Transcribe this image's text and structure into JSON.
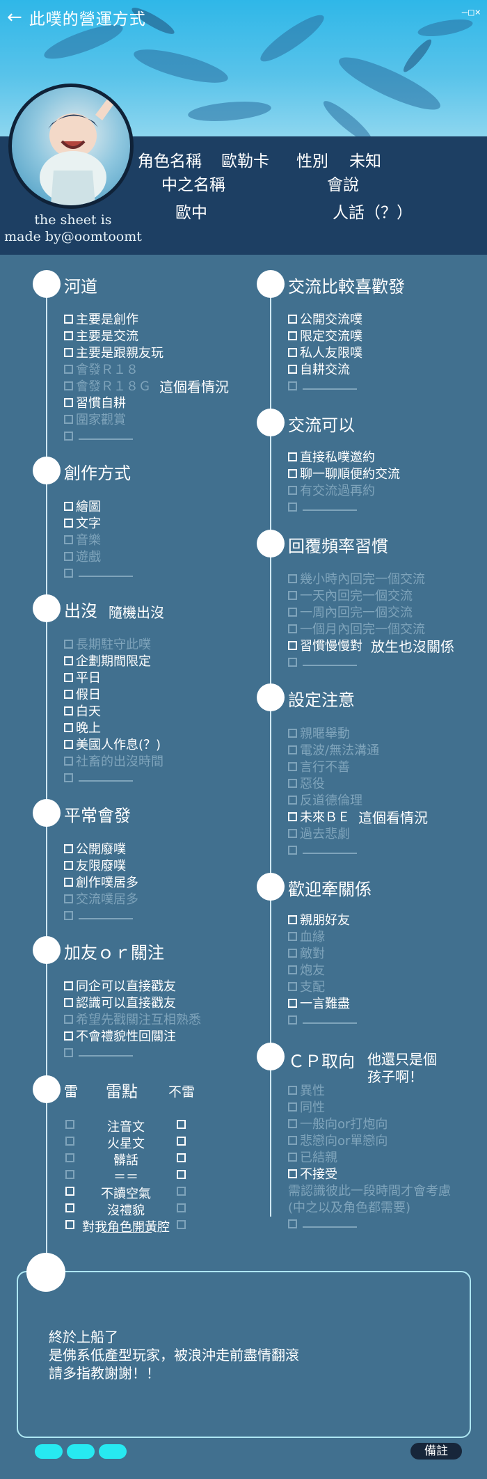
{
  "header": {
    "back_icon": "left-arrow-icon",
    "title": "此噗的營運方式",
    "window_controls": "–□×"
  },
  "profile": {
    "name_label": "角色名稱",
    "name_value": "歐勒卡",
    "gender_label": "性別",
    "gender_value": "未知",
    "middle_label": "中之名稱",
    "middle_value": "歐中",
    "speak_label": "會說",
    "speak_value": "人話（？）",
    "credit_line1": "the sheet is",
    "credit_line2": "made by@oomtoomt"
  },
  "left_sections": {
    "heyda": {
      "title": "河道",
      "items": [
        {
          "text": "主要是創作",
          "checked": true
        },
        {
          "text": "主要是交流",
          "checked": true
        },
        {
          "text": "主要是跟親友玩",
          "checked": true
        },
        {
          "text": "會發Ｒ１８",
          "checked": false
        },
        {
          "text": "會發Ｒ１８Ｇ",
          "checked": false,
          "extra": "這個看情況"
        },
        {
          "text": "習慣自耕",
          "checked": true
        },
        {
          "text": "圍家觀賞",
          "checked": false
        }
      ]
    },
    "create": {
      "title": "創作方式",
      "items": [
        {
          "text": "繪圖",
          "checked": true
        },
        {
          "text": "文字",
          "checked": true
        },
        {
          "text": "音樂",
          "checked": false
        },
        {
          "text": "遊戲",
          "checked": false
        }
      ]
    },
    "appear": {
      "title": "出沒",
      "note": "隨機出沒",
      "items": [
        {
          "text": "長期駐守此噗",
          "checked": false
        },
        {
          "text": "企劃期間限定",
          "checked": true
        },
        {
          "text": "平日",
          "checked": true
        },
        {
          "text": "假日",
          "checked": true
        },
        {
          "text": "白天",
          "checked": true
        },
        {
          "text": "晚上",
          "checked": true
        },
        {
          "text": "美國人作息(？)",
          "checked": true
        },
        {
          "text": "社畜的出沒時間",
          "checked": false
        }
      ]
    },
    "usual": {
      "title": "平常會發",
      "items": [
        {
          "text": "公開廢噗",
          "checked": true
        },
        {
          "text": "友限廢噗",
          "checked": true
        },
        {
          "text": "創作噗居多",
          "checked": true
        },
        {
          "text": "交流噗居多",
          "checked": false
        }
      ]
    },
    "friend": {
      "title": "加友ｏｒ關注",
      "items": [
        {
          "text": "同企可以直接戳友",
          "checked": true
        },
        {
          "text": "認識可以直接戳友",
          "checked": true
        },
        {
          "text": "希望先戳關注互相熟悉",
          "checked": false
        },
        {
          "text": "不會禮貌性回關注",
          "checked": true
        }
      ]
    },
    "thunder": {
      "title": "雷",
      "middle": "雷點",
      "right": "不雷",
      "rows": [
        "注音文",
        "火星文",
        "髒話",
        "＝＝",
        "不讀空氣",
        "沒禮貌",
        "對我角色開黃腔"
      ]
    }
  },
  "right_sections": {
    "prefer": {
      "title": "交流比較喜歡發",
      "items": [
        {
          "text": "公開交流噗",
          "checked": true
        },
        {
          "text": "限定交流噗",
          "checked": true
        },
        {
          "text": "私人友限噗",
          "checked": true
        },
        {
          "text": "自耕交流",
          "checked": true
        }
      ]
    },
    "canchat": {
      "title": "交流可以",
      "items": [
        {
          "text": "直接私噗邀約",
          "checked": true
        },
        {
          "text": "聊一聊順便約交流",
          "checked": true
        },
        {
          "text": "有交流過再約",
          "checked": false
        }
      ]
    },
    "reply": {
      "title": "回覆頻率習慣",
      "items": [
        {
          "text": "幾小時內回完一個交流",
          "checked": false
        },
        {
          "text": "一天內回完一個交流",
          "checked": false
        },
        {
          "text": "一周內回完一個交流",
          "checked": false
        },
        {
          "text": "一個月內回完一個交流",
          "checked": false
        },
        {
          "text": "習慣慢慢對",
          "checked": true,
          "extra": "放生也沒關係"
        }
      ]
    },
    "setting": {
      "title": "設定注意",
      "items": [
        {
          "text": "親暱舉動",
          "checked": false
        },
        {
          "text": "電波/無法溝通",
          "checked": false
        },
        {
          "text": "言行不善",
          "checked": false
        },
        {
          "text": "惡役",
          "checked": false
        },
        {
          "text": "反道德倫理",
          "checked": false
        },
        {
          "text": "未來ＢＥ",
          "checked": true,
          "extra": "這個看情況"
        },
        {
          "text": "過去悲劇",
          "checked": false
        }
      ]
    },
    "relation": {
      "title": "歡迎牽關係",
      "items": [
        {
          "text": "親朋好友",
          "checked": true
        },
        {
          "text": "血緣",
          "checked": false
        },
        {
          "text": "敵對",
          "checked": false
        },
        {
          "text": "炮友",
          "checked": false
        },
        {
          "text": "支配",
          "checked": false
        },
        {
          "text": "一言難盡",
          "checked": true
        }
      ]
    },
    "cp": {
      "title": "ＣＰ取向",
      "note_line1": "他還只是個",
      "note_line2": "孩子啊！",
      "items": [
        {
          "text": "異性",
          "checked": false
        },
        {
          "text": "同性",
          "checked": false
        },
        {
          "text": "一般向or打炮向",
          "checked": false
        },
        {
          "text": "悲戀向or單戀向",
          "checked": false
        },
        {
          "text": "已結親",
          "checked": false
        },
        {
          "text": "不接受",
          "checked": true
        },
        {
          "text": "需認識彼此一段時間才會考慮",
          "checked": false,
          "nobox": true
        },
        {
          "text": "(中之以及角色都需要)",
          "checked": false,
          "nobox": true
        }
      ]
    }
  },
  "memo": {
    "line1": "終於上船了",
    "line2": "是佛系低產型玩家，被浪沖走前盡情翻滾",
    "line3": "請多指教謝謝！！"
  },
  "footer": {
    "tag": "備註"
  },
  "colors": {
    "background": "#41708f",
    "band": "#1d3f63",
    "sky": "#2fb7e8",
    "pill": "#27e9f1"
  }
}
